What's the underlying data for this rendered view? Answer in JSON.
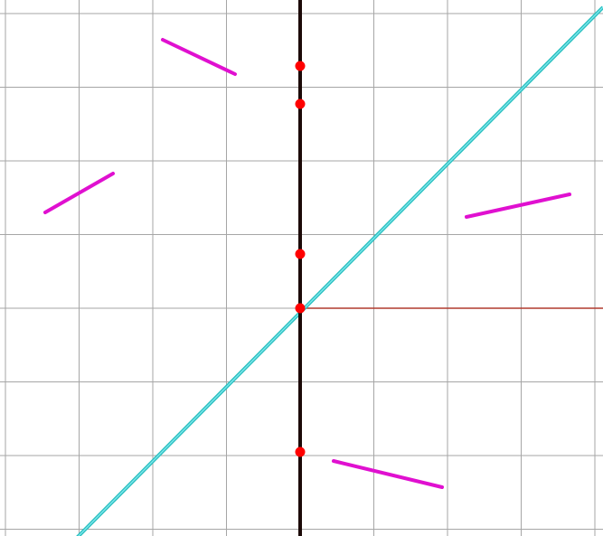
{
  "colors": {
    "background": "#ffffff",
    "grid": "#a6a6a6",
    "vertical_axis": "#1c0a08",
    "horizontal_ray": "#b03a2e",
    "diagonal_line_outer": "#2bbfbf",
    "diagonal_line_inner": "#7fe8ee",
    "segments": "#e010d0",
    "points": "#ff0000"
  },
  "elements": {
    "grid": "square-grid",
    "vertical_axis": "thick-vertical-line",
    "horizontal_ray": "thin-horizontal-ray-to-right",
    "diagonal_line": "diagonal-line-through-origin",
    "segments": [
      "segment-upper-left",
      "segment-left",
      "segment-right",
      "segment-lower-right"
    ],
    "points": [
      "point-a",
      "point-b",
      "point-c",
      "point-origin",
      "point-d"
    ]
  }
}
